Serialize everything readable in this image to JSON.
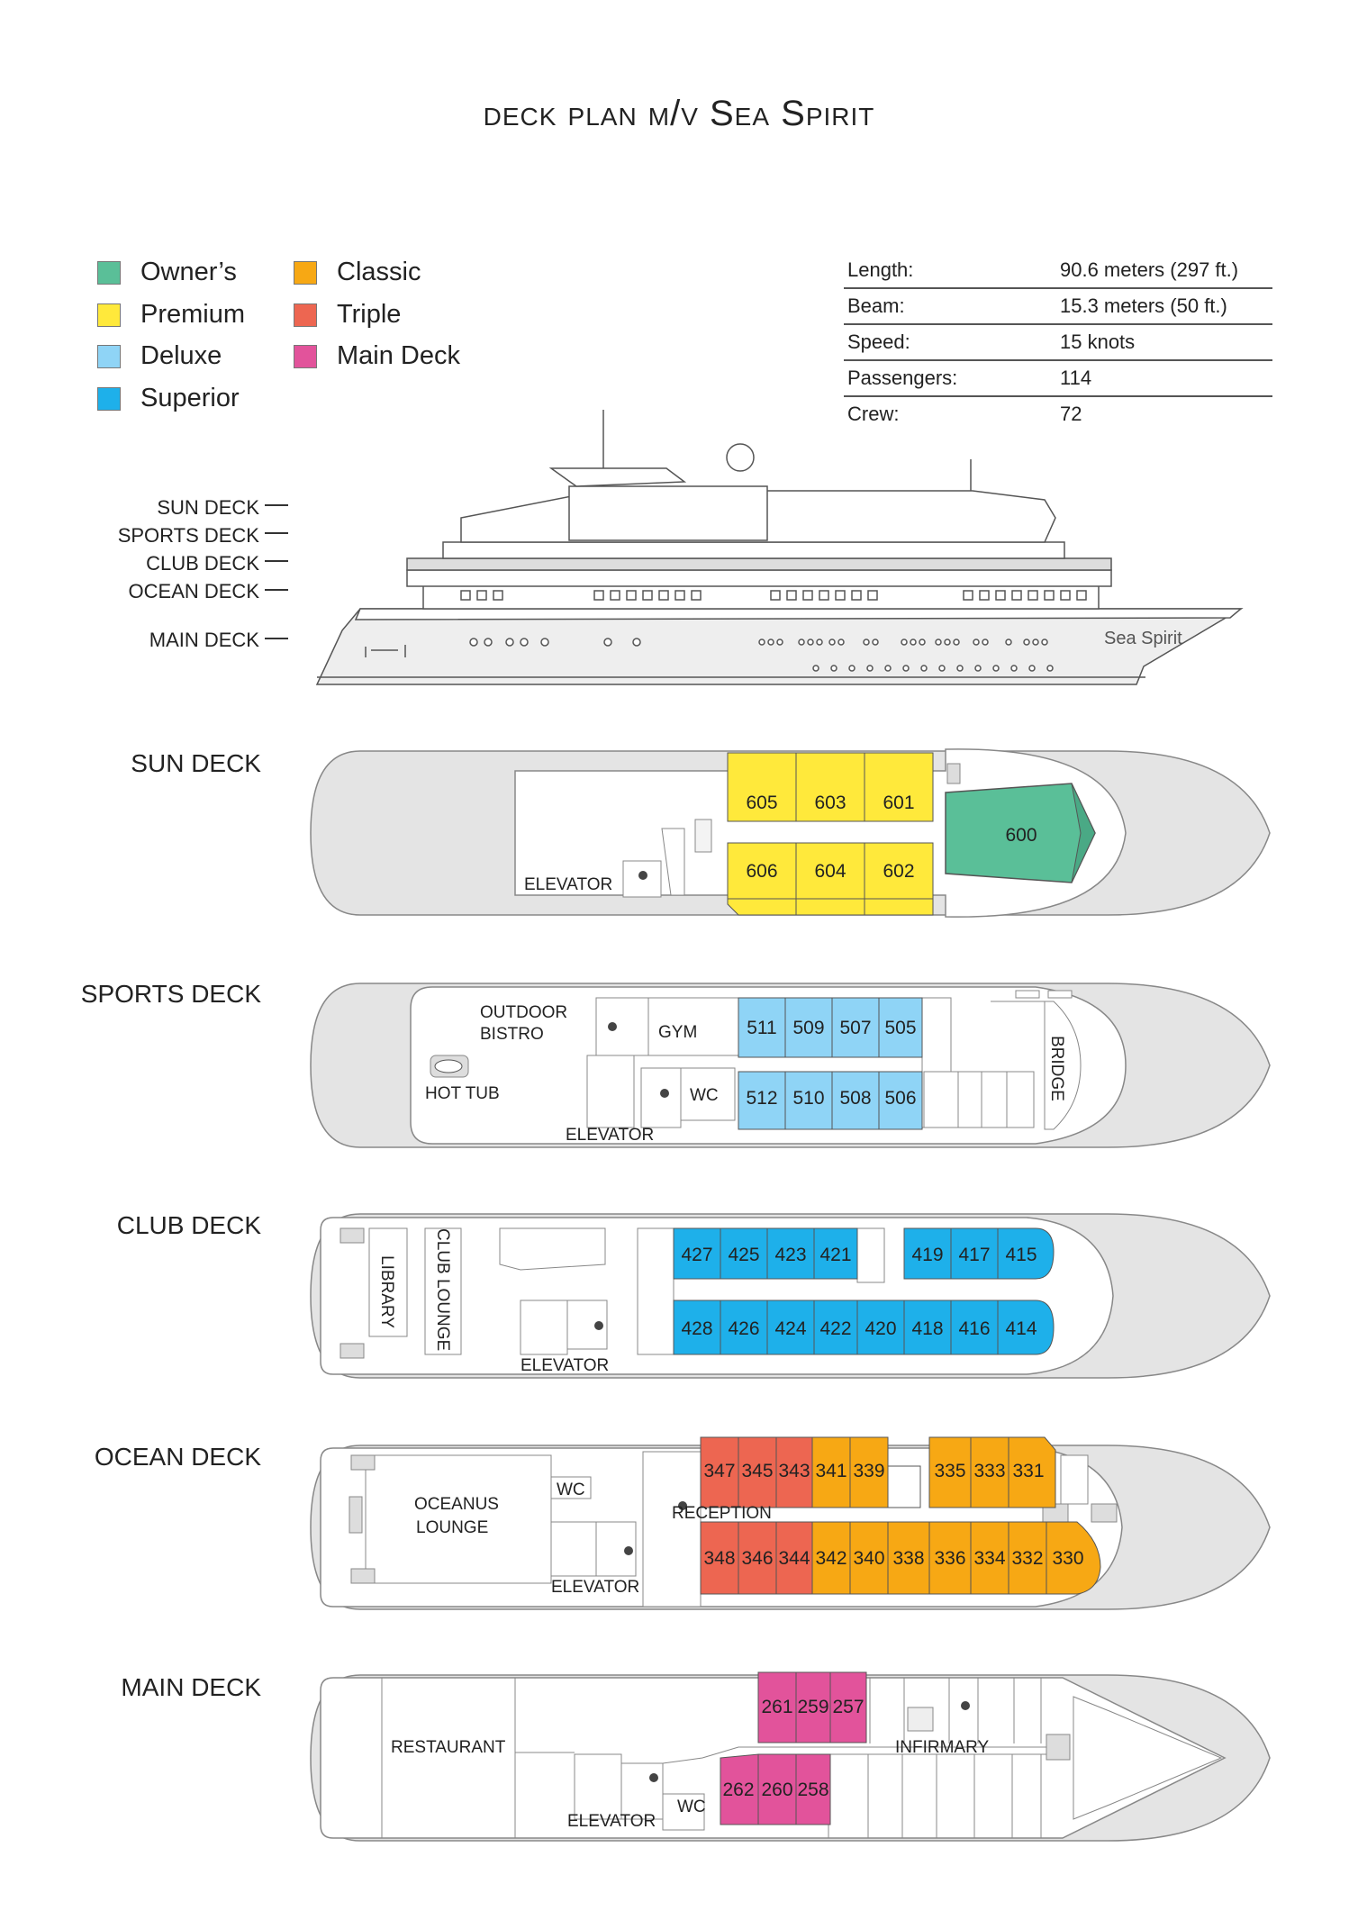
{
  "title": "deck plan m/v Sea Spirit",
  "legend": [
    {
      "label": "Owner’s",
      "color": "#5abf98"
    },
    {
      "label": "Premium",
      "color": "#ffe93b"
    },
    {
      "label": "Deluxe",
      "color": "#8fd4f6"
    },
    {
      "label": "Superior",
      "color": "#1eb0ea"
    },
    {
      "label": "Classic",
      "color": "#f7a814"
    },
    {
      "label": "Triple",
      "color": "#ed6651"
    },
    {
      "label": "Main Deck",
      "color": "#e2539b"
    }
  ],
  "specs": [
    {
      "label": "Length:",
      "value": "90.6 meters (297 ft.)"
    },
    {
      "label": "Beam:",
      "value": "15.3 meters (50 ft.)"
    },
    {
      "label": "Speed:",
      "value": "15 knots"
    },
    {
      "label": "Passengers:",
      "value": "114"
    },
    {
      "label": "Crew:",
      "value": "72"
    }
  ],
  "side_decks": [
    "SUN DECK",
    "SPORTS DECK",
    "CLUB DECK",
    "OCEAN DECK",
    "MAIN DECK"
  ],
  "ship_name": "Sea Spirit",
  "decks": {
    "sun": {
      "label": "SUN DECK",
      "elevator": "ELEVATOR",
      "cabins_top": [
        "605",
        "603",
        "601"
      ],
      "cabins_bottom": [
        "606",
        "604",
        "602"
      ],
      "owner": "600"
    },
    "sports": {
      "label": "SPORTS DECK",
      "bistro_1": "OUTDOOR",
      "bistro_2": "BISTRO",
      "gym": "GYM",
      "hot_tub": "HOT TUB",
      "wc": "WC",
      "elevator": "ELEVATOR",
      "bridge": "BRIDGE",
      "cabins_top": [
        "511",
        "509",
        "507",
        "505"
      ],
      "cabins_bottom": [
        "512",
        "510",
        "508",
        "506"
      ]
    },
    "club": {
      "label": "CLUB DECK",
      "library": "LIBRARY",
      "lounge": "CLUB LOUNGE",
      "elevator": "ELEVATOR",
      "cabins_top": [
        "427",
        "425",
        "423",
        "421",
        "419",
        "417",
        "415"
      ],
      "cabins_bottom": [
        "428",
        "426",
        "424",
        "422",
        "420",
        "418",
        "416",
        "414"
      ]
    },
    "ocean": {
      "label": "OCEAN DECK",
      "lounge_1": "OCEANUS",
      "lounge_2": "LOUNGE",
      "wc": "WC",
      "reception": "RECEPTION",
      "elevator": "ELEVATOR",
      "cabins_top": [
        "347",
        "345",
        "343",
        "341",
        "339",
        "335",
        "333",
        "331"
      ],
      "cabins_bottom": [
        "348",
        "346",
        "344",
        "342",
        "340",
        "338",
        "336",
        "334",
        "332",
        "330"
      ]
    },
    "main": {
      "label": "MAIN DECK",
      "restaurant": "RESTAURANT",
      "infirmary": "INFIRMARY",
      "wc": "WC",
      "elevator": "ELEVATOR",
      "cabins_top": [
        "261",
        "259",
        "257"
      ],
      "cabins_bottom": [
        "262",
        "260",
        "258"
      ]
    }
  }
}
